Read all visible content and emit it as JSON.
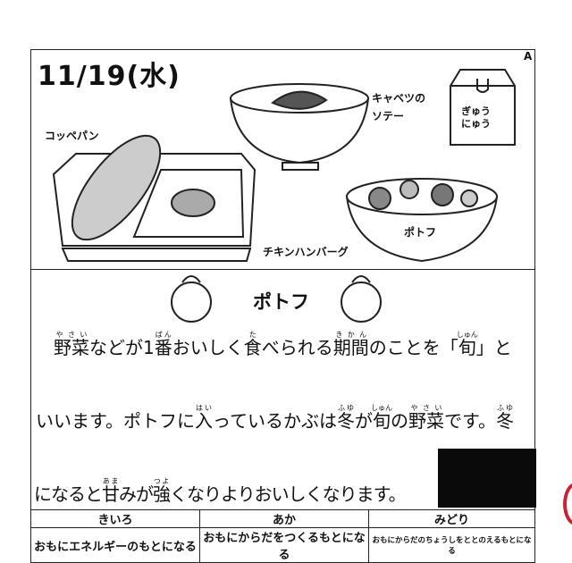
{
  "header": {
    "date": "11/19(水)",
    "corner_mark": "A"
  },
  "menu_items": {
    "bread": "コッペパン",
    "cabbage": "キャベツの\nソテー",
    "milk": "ぎゅう\nにゅう",
    "pot_au_feu": "ポトフ",
    "chicken": "チキンハンバーグ"
  },
  "article": {
    "title": "ポトフ",
    "lines": [
      [
        {
          "t": "野菜",
          "r": "やさい"
        },
        {
          "t": "などが1"
        },
        {
          "t": "番",
          "r": "ばん"
        },
        {
          "t": "おいしく"
        },
        {
          "t": "食",
          "r": "た"
        },
        {
          "t": "べられる"
        },
        {
          "t": "期間",
          "r": "きかん"
        },
        {
          "t": "のことを「"
        },
        {
          "t": "旬",
          "r": "しゅん"
        },
        {
          "t": "」と"
        }
      ],
      [
        {
          "t": "いいます。ポトフに"
        },
        {
          "t": "入",
          "r": "はい"
        },
        {
          "t": "っているかぶは"
        },
        {
          "t": "冬",
          "r": "ふゆ"
        },
        {
          "t": "が"
        },
        {
          "t": "旬",
          "r": "しゅん"
        },
        {
          "t": "の"
        },
        {
          "t": "野菜",
          "r": "やさい"
        },
        {
          "t": "です。"
        },
        {
          "t": "冬",
          "r": "ふゆ"
        }
      ],
      [
        {
          "t": "になると"
        },
        {
          "t": "甘",
          "r": "あま"
        },
        {
          "t": "みが"
        },
        {
          "t": "強",
          "r": "つよ"
        },
        {
          "t": "くなりよりおいしくなります。"
        }
      ]
    ]
  },
  "food_groups": {
    "headers": [
      "きいろ",
      "あか",
      "みどり"
    ],
    "descriptions": [
      "おもにエネルギーのもとになる",
      "おもにからだをつくるもとになる",
      "おもにからだのちょうしをととのえるもとになる"
    ]
  }
}
